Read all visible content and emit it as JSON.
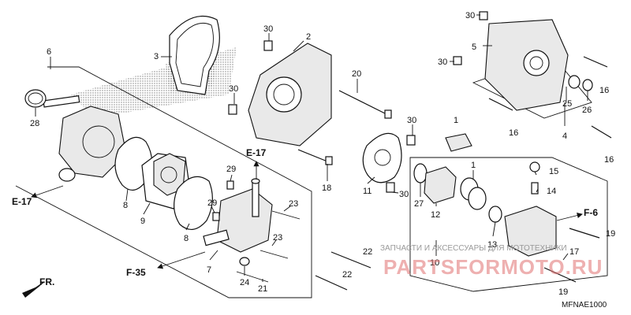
{
  "diagram": {
    "code": "MFNAE1000",
    "watermark_text": "ЗАПЧАСТИ И АКСЕССУАРЫ ДЛЯ МОТОТЕХНИКИ",
    "watermark_logo": "PARTSFORMOTO.RU",
    "refs": {
      "e17_left": "E-17",
      "e17_center": "E-17",
      "f35": "F-35",
      "f6": "F-6",
      "fr": "FR."
    },
    "callouts": {
      "c1": "1",
      "c2": "2",
      "c3": "3",
      "c4": "4",
      "c5": "5",
      "c6": "6",
      "c7": "7",
      "c8a": "8",
      "c8b": "8",
      "c9": "9",
      "c10": "10",
      "c11": "11",
      "c12": "12",
      "c13": "13",
      "c14": "14",
      "c15": "15",
      "c16a": "16",
      "c16b": "16",
      "c16c": "16",
      "c17": "17",
      "c18": "18",
      "c19a": "19",
      "c19b": "19",
      "c20": "20",
      "c21": "21",
      "c22a": "22",
      "c22b": "22",
      "c23a": "23",
      "c23b": "23",
      "c24": "24",
      "c25": "25",
      "c26": "26",
      "c27": "27",
      "c28": "28",
      "c29a": "29",
      "c29b": "29",
      "c30a": "30",
      "c30b": "30",
      "c30c": "30",
      "c30d": "30",
      "c30e": "30",
      "c30f": "30"
    }
  }
}
